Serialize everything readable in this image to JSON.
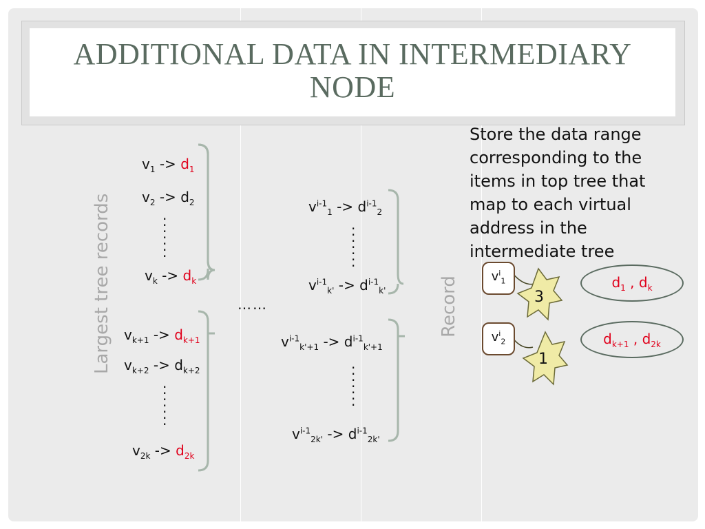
{
  "title": {
    "line1": "ADDITIONAL DATA IN INTERMEDIARY",
    "line2": "NODE"
  },
  "left_axis_label": "Largest tree records",
  "record_label": "Record",
  "description": "Store the data range corresponding to the items in top tree that map to each virtual address in the intermediate tree",
  "left_column": {
    "r1": {
      "v": "v",
      "vsub": "1",
      "arrow": " -> ",
      "d": "d",
      "dsub": "1"
    },
    "r2": {
      "v": "v",
      "vsub": "2",
      "arrow": " -> ",
      "d": "d",
      "dsub": "2"
    },
    "r3": {
      "v": "v",
      "vsub": "k",
      "arrow": " -> ",
      "d": "d",
      "dsub": "k"
    },
    "r4": {
      "v": "v",
      "vsub": "k+1",
      "arrow": " -> ",
      "d": "d",
      "dsub": "k+1"
    },
    "r5": {
      "v": "v",
      "vsub": "k+2",
      "arrow": " -> ",
      "d": "d",
      "dsub": "k+2"
    },
    "r6": {
      "v": "v",
      "vsub": "2k",
      "arrow": " -> ",
      "d": "d",
      "dsub": "2k"
    }
  },
  "middle_ellipsis": "……",
  "middle_column": {
    "m1": {
      "v": "v",
      "vsup": "i-1",
      "vsub": "1",
      "arrow": " -> ",
      "d": "d",
      "dsup": "i-1",
      "dsub": "2"
    },
    "m2": {
      "v": "v",
      "vsup": "i-1",
      "vsub": "k'",
      "arrow": " -> ",
      "d": "d",
      "dsup": "i-1",
      "dsub": "k'"
    },
    "m3": {
      "v": "v",
      "vsup": "i-1",
      "vsub": "k'+1",
      "arrow": " -> ",
      "d": "d",
      "dsup": "i-1",
      "dsub": "k'+1"
    },
    "m4": {
      "v": "v",
      "vsup": "i-1",
      "vsub": "2k'",
      "arrow": " -> ",
      "d": "d",
      "dsup": "i-1",
      "dsub": "2k'"
    }
  },
  "tags": [
    {
      "v": "v",
      "sup": "i",
      "sub": "1",
      "count": "3"
    },
    {
      "v": "v",
      "sup": "i",
      "sub": "2",
      "count": "1"
    }
  ],
  "ranges": [
    {
      "d1": "d",
      "s1": "1",
      "sep": " , ",
      "d2": "d",
      "s2": "k"
    },
    {
      "d1": "d",
      "s1": "k+1",
      "sep": " , ",
      "d2": "d",
      "s2": "2k"
    }
  ],
  "colors": {
    "background": "#ebebeb",
    "title": "#5a6b60",
    "highlight": "#e0001b",
    "leaf": "#f0eba6"
  }
}
